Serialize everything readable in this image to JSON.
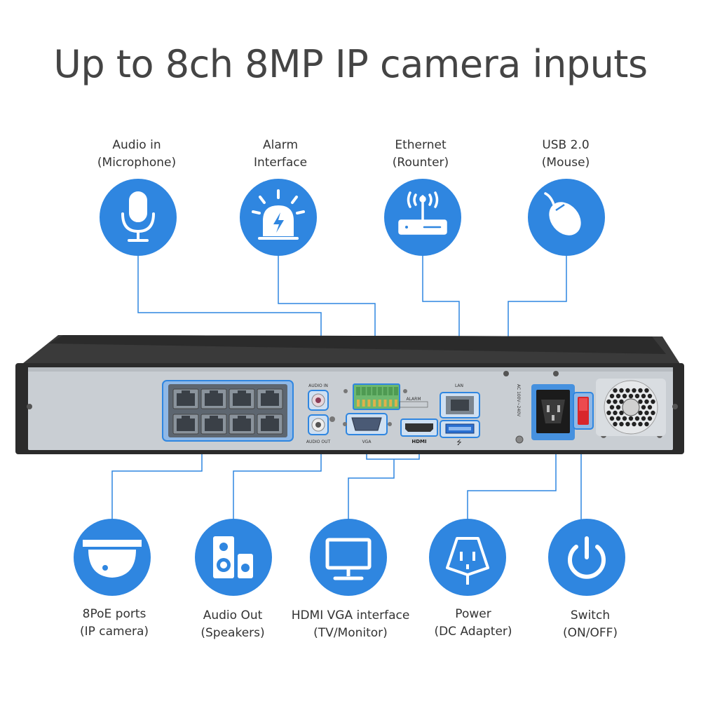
{
  "title": "Up to 8ch 8MP IP camera inputs",
  "colors": {
    "accent": "#2f86e0",
    "line": "#2f86e0",
    "panel": "#c9ced3",
    "chassis": "#2b2b2b"
  },
  "top_features": [
    {
      "icon": "microphone-icon",
      "line1": "Audio in",
      "line2": "(Microphone)"
    },
    {
      "icon": "alarm-light-icon",
      "line1": "Alarm",
      "line2": "Interface"
    },
    {
      "icon": "router-icon",
      "line1": "Ethernet",
      "line2": "(Rounter)"
    },
    {
      "icon": "mouse-icon",
      "line1": "USB 2.0",
      "line2": "(Mouse)"
    }
  ],
  "bottom_features": [
    {
      "icon": "dome-camera-icon",
      "line1": "8PoE ports",
      "line2": "(IP camera)"
    },
    {
      "icon": "speakers-icon",
      "line1": "Audio Out",
      "line2": "(Speakers)"
    },
    {
      "icon": "monitor-icon",
      "line1": "HDMI VGA interface",
      "line2": "(TV/Monitor)"
    },
    {
      "icon": "power-plug-icon",
      "line1": "Power",
      "line2": "(DC Adapter)"
    },
    {
      "icon": "power-switch-icon",
      "line1": "Switch",
      "line2": "(ON/OFF)"
    }
  ],
  "panel_labels": {
    "audio_in": "AUDIO IN",
    "audio_out": "AUDIO OUT",
    "vga": "VGA",
    "hdmi": "HDMI",
    "alarm": "ALARM",
    "lan": "LAN",
    "ac": "AC 100V~240V"
  }
}
